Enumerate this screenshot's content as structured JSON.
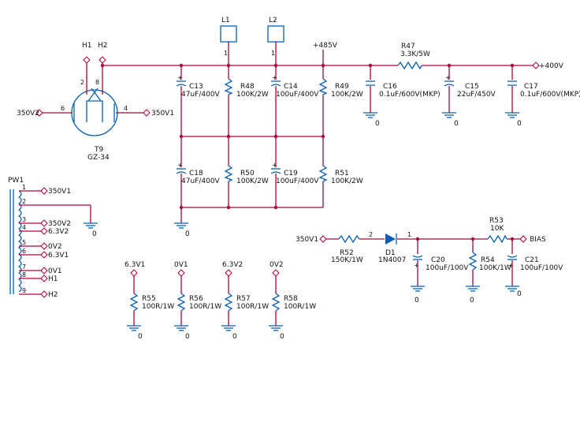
{
  "tube": {
    "ref": "T9",
    "value": "GZ-34",
    "pins": [
      "2",
      "8",
      "6",
      "4"
    ]
  },
  "nets": {
    "h1": "H1",
    "h2": "H2",
    "v350_2": "350V2",
    "v350_1": "350V1",
    "l1": "L1",
    "l2": "L2",
    "v485": "+485V",
    "v400": "+400V",
    "bias": "BIAS",
    "v63_1": "6.3V1",
    "v0_1": "0V1",
    "v63_2": "6.3V2",
    "v0_2": "0V2",
    "gnd": "0"
  },
  "connector_pins": {
    "l1": "1",
    "l2": "1"
  },
  "caps": [
    {
      "ref": "C13",
      "value": "47uF/400V"
    },
    {
      "ref": "C14",
      "value": "100uF/400V"
    },
    {
      "ref": "C16",
      "value": "0.1uF/600V(MKP)"
    },
    {
      "ref": "C15",
      "value": "22uF/450V"
    },
    {
      "ref": "C17",
      "value": "0.1uF/600V(MKP)"
    },
    {
      "ref": "C18",
      "value": "47uF/400V"
    },
    {
      "ref": "C19",
      "value": "100uF/400V"
    },
    {
      "ref": "C20",
      "value": "100uF/100V"
    },
    {
      "ref": "C21",
      "value": "100uF/100V"
    }
  ],
  "resistors": [
    {
      "ref": "R48",
      "value": "100K/2W"
    },
    {
      "ref": "R49",
      "value": "100K/2W"
    },
    {
      "ref": "R47",
      "value": "3.3K/5W"
    },
    {
      "ref": "R50",
      "value": "100K/2W"
    },
    {
      "ref": "R51",
      "value": "100K/2W"
    },
    {
      "ref": "R52",
      "value": "150K/1W"
    },
    {
      "ref": "R53",
      "value": "10K"
    },
    {
      "ref": "R54",
      "value": "100K/1W"
    },
    {
      "ref": "R55",
      "value": "100R/1W"
    },
    {
      "ref": "R56",
      "value": "100R/1W"
    },
    {
      "ref": "R57",
      "value": "100R/1W"
    },
    {
      "ref": "R58",
      "value": "100R/1W"
    }
  ],
  "diode": {
    "ref": "D1",
    "value": "1N4007",
    "pin_a": "2",
    "pin_k": "1"
  },
  "transformer": {
    "ref": "PW1",
    "pins": [
      "1",
      "2",
      "3",
      "4",
      "5",
      "6",
      "7",
      "8",
      "9"
    ],
    "labels": [
      "350V1",
      "350V2",
      "6.3V2",
      "0V2",
      "6.3V1",
      "0V1",
      "H1",
      "H2"
    ]
  }
}
